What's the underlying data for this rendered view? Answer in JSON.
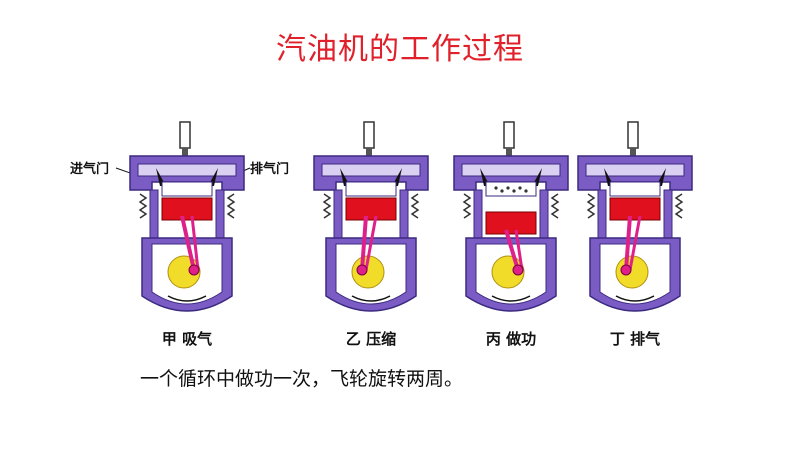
{
  "title": "汽油机的工作过程",
  "labels": {
    "intake_valve": "进气门",
    "exhaust_valve": "排气门"
  },
  "strokes": [
    {
      "label": "甲 吸气",
      "piston_position": "top-descending",
      "flash": false
    },
    {
      "label": "乙 压缩",
      "piston_position": "top-ascending",
      "flash": false
    },
    {
      "label": "丙 做功",
      "piston_position": "bottom-descending",
      "flash": true
    },
    {
      "label": "丁 排气",
      "piston_position": "top-ascending",
      "flash": false
    }
  ],
  "caption": "一个循环中做功一次，飞轮旋转两周。",
  "colors": {
    "casing": "#7b5cc4",
    "casing_inner": "#d9d0f2",
    "piston": "#e0101e",
    "flywheel": "#f2dc2a",
    "crank": "#e0208a",
    "title": "#e0202a"
  }
}
